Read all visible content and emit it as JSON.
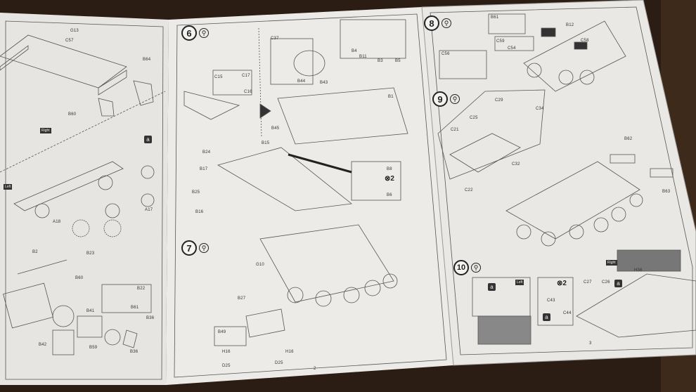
{
  "pages": {
    "left": {
      "labels": [
        "G13",
        "C57",
        "B64",
        "B60",
        "A17",
        "A18",
        "B2",
        "B23",
        "B60",
        "B22",
        "B41",
        "B61",
        "B36",
        "B42",
        "B59",
        "B36"
      ],
      "tags": [
        "Right",
        "Left"
      ],
      "option_marks": [
        "a"
      ],
      "footer": ""
    },
    "middle": {
      "steps": [
        {
          "number": "6",
          "glue": "glue-icon"
        },
        {
          "number": "7",
          "glue": "glue-icon"
        }
      ],
      "labels": [
        "C15",
        "C17",
        "C16",
        "C37",
        "B4",
        "B11",
        "B3",
        "B5",
        "B44",
        "B43",
        "B1",
        "B45",
        "B15",
        "B24",
        "B17",
        "B25",
        "B16",
        "B8",
        "B6",
        "G10",
        "B27",
        "B49",
        "H16",
        "H16",
        "D25",
        "D25"
      ],
      "multiplier": "⊗2",
      "page_number": "2"
    },
    "right": {
      "steps": [
        {
          "number": "8",
          "glue": "glue-icon"
        },
        {
          "number": "9",
          "glue": "glue-icon"
        },
        {
          "number": "10",
          "glue": "glue-icon"
        }
      ],
      "labels": [
        "B61",
        "B12",
        "C59",
        "C54",
        "C58",
        "C56",
        "C29",
        "C25",
        "C34",
        "C21",
        "B62",
        "C32",
        "C22",
        "B63",
        "H36",
        "C27",
        "C26",
        "C43",
        "C44"
      ],
      "tags": [
        "Right",
        "Left"
      ],
      "option_marks": [
        "a",
        "a",
        "a"
      ],
      "multiplier": "⊗2",
      "page_number": "3"
    }
  },
  "colors": {
    "paper": "#ecebe8",
    "wood": "#2b1d14",
    "ink": "#333333"
  }
}
